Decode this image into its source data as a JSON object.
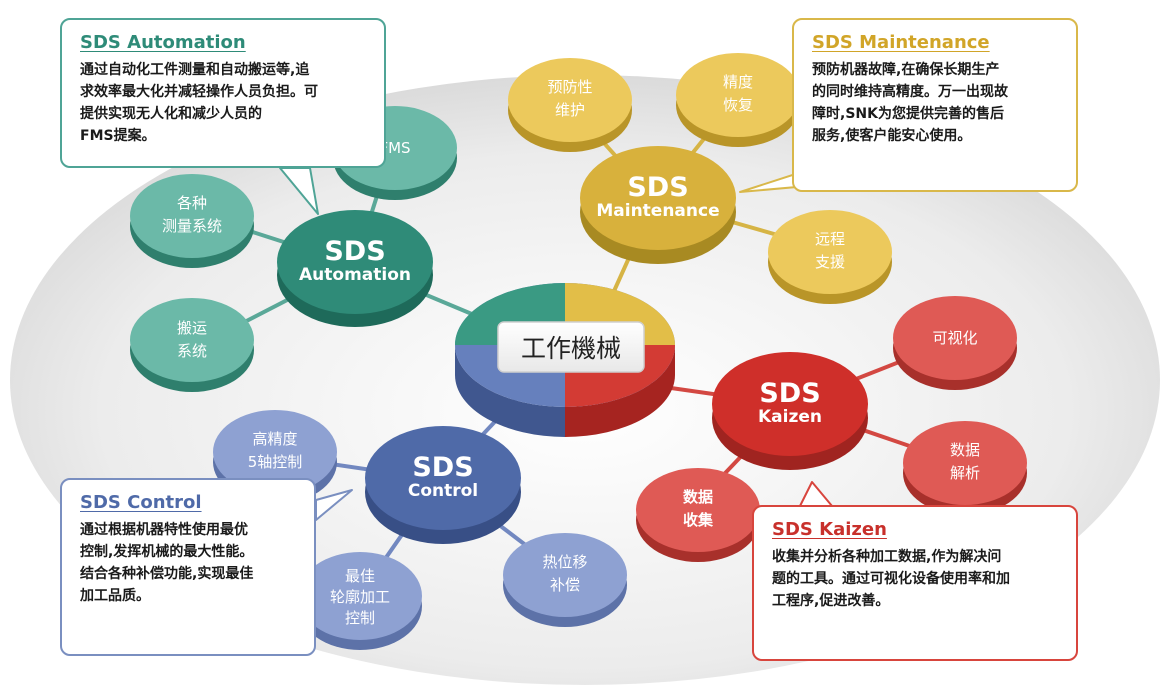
{
  "colors": {
    "automation": "#2f8b78",
    "automation_light": "#6bb9a8",
    "maintenance": "#d8b13c",
    "maintenance_light": "#ecc95c",
    "control": "#4f6aa8",
    "control_light": "#8ea1d2",
    "kaizen": "#cf2f2a",
    "kaizen_light": "#df5a55"
  },
  "center": {
    "label": "工作機械"
  },
  "hubs": {
    "automation": {
      "line1": "SDS",
      "line2": "Automation"
    },
    "maintenance": {
      "line1": "SDS",
      "line2": "Maintenance"
    },
    "control": {
      "line1": "SDS",
      "line2": "Control"
    },
    "kaizen": {
      "line1": "SDS",
      "line2": "Kaizen"
    }
  },
  "satellites": {
    "fms": {
      "line1": "FMS",
      "line2": ""
    },
    "measure": {
      "line1": "各种",
      "line2": "测量系统"
    },
    "transport": {
      "line1": "搬运",
      "line2": "系统"
    },
    "preventive": {
      "line1": "预防性",
      "line2": "维护"
    },
    "precision": {
      "line1": "精度",
      "line2": "恢复"
    },
    "remote": {
      "line1": "远程",
      "line2": "支援"
    },
    "highprec": {
      "line1": "高精度",
      "line2": "5轴控制"
    },
    "contour": {
      "line1": "最佳",
      "line2": "轮廓加工",
      "line3": "控制"
    },
    "thermal": {
      "line1": "热位移",
      "line2": "补偿"
    },
    "visual": {
      "line1": "可视化",
      "line2": ""
    },
    "analysis": {
      "line1": "数据",
      "line2": "解析"
    },
    "collect": {
      "line1": "数据",
      "line2": "收集"
    }
  },
  "boxes": {
    "automation": {
      "title": "SDS Automation",
      "body": "通过自动化工件测量和自动搬运等,追\n求效率最大化并减轻操作人员负担。可\n提供实现无人化和减少人员的\nFMS提案。"
    },
    "maintenance": {
      "title": "SDS Maintenance",
      "body": "预防机器故障,在确保长期生产\n的同时维持高精度。万一出现故\n障时,SNK为您提供完善的售后\n服务,使客户能安心使用。"
    },
    "control": {
      "title": "SDS Control",
      "body": "通过根据机器特性使用最优\n控制,发挥机械的最大性能。\n结合各种补偿功能,实现最佳\n加工品质。"
    },
    "kaizen": {
      "title": "SDS Kaizen",
      "body": "收集并分析各种加工数据,作为解决问\n题的工具。通过可视化设备使用率和加\n工程序,促进改善。"
    }
  }
}
